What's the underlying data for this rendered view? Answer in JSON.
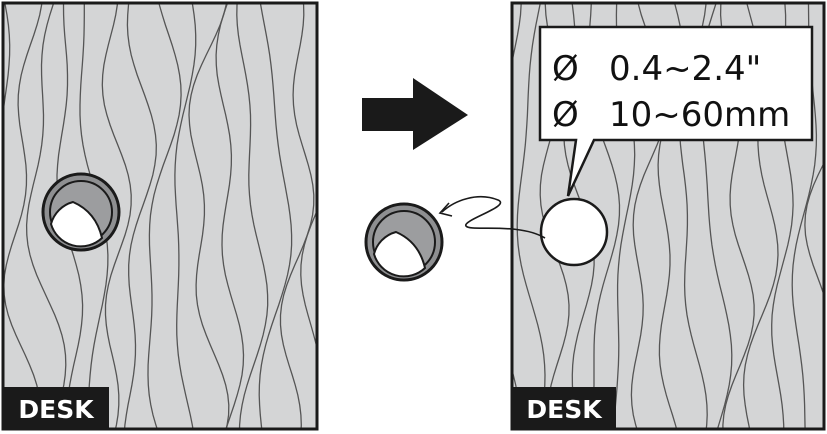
{
  "diagram": {
    "left_panel": {
      "label": "DESK"
    },
    "right_panel": {
      "label": "DESK"
    },
    "callout": {
      "line1_symbol": "Ø",
      "line1_value": "0.4~2.4\"",
      "line2_symbol": "Ø",
      "line2_value": "10~60mm"
    },
    "icons": [
      "desk-left-panel",
      "grommet-in-desk-icon",
      "right-arrow-icon",
      "grommet-removed-icon",
      "removal-path-arrow-icon",
      "desk-hole-icon",
      "size-callout-bubble"
    ],
    "colors": {
      "wood": "#d4d5d6",
      "grain": "#555555",
      "border": "#1a1a1a",
      "grommet_outer": "#8e8f91",
      "hole": "#ffffff"
    }
  }
}
